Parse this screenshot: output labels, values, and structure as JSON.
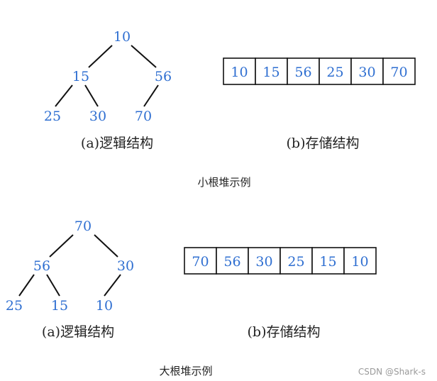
{
  "min_heap": {
    "tree": {
      "root": "10",
      "left": "15",
      "right": "56",
      "left_left": "25",
      "left_right": "30",
      "right_left": "70"
    },
    "logical_caption": "(a)逻辑结构",
    "storage": [
      "10",
      "15",
      "56",
      "25",
      "30",
      "70"
    ],
    "storage_caption": "(b)存储结构",
    "title": "小根堆示例"
  },
  "max_heap": {
    "tree": {
      "root": "70",
      "left": "56",
      "right": "30",
      "left_left": "25",
      "left_right": "15",
      "right_left": "10"
    },
    "logical_caption": "(a)逻辑结构",
    "storage": [
      "70",
      "56",
      "30",
      "25",
      "15",
      "10"
    ],
    "storage_caption": "(b)存储结构",
    "title": "大根堆示例"
  },
  "watermark": "CSDN @Shark-s",
  "colors": {
    "node": "#2f6fd1",
    "edge": "#111111",
    "text": "#222222"
  }
}
